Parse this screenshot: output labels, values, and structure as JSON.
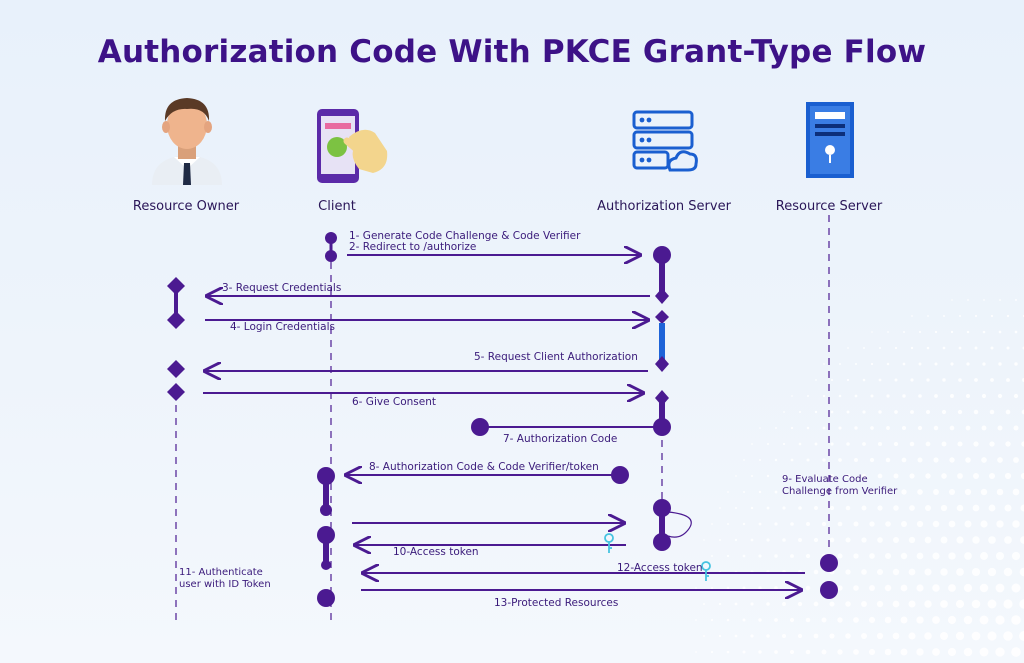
{
  "title": "Authorization Code With PKCE Grant-Type Flow",
  "actors": {
    "resource_owner": "Resource Owner",
    "client": "Client",
    "authorization_server": "Authorization Server",
    "resource_server": "Resource Server"
  },
  "steps": {
    "s1": "1- Generate Code Challenge & Code Verifier",
    "s2": "2- Redirect to /authorize",
    "s3": "3- Request Credentials",
    "s4": "4- Login Credentials",
    "s5": "5- Request Client Authorization",
    "s6": "6- Give Consent",
    "s7": "7- Authorization Code",
    "s8": "8- Authorization Code & Code Verifier/token",
    "s9_line1": "9- Evaluate Code",
    "s9_line2": "Challenge from Verifier",
    "s10": "10-Access token",
    "s11_line1": "11- Authenticate",
    "s11_line2": "user with ID Token",
    "s12": "12-Access token",
    "s13": "13-Protected Resources"
  },
  "colors": {
    "title": "#3d1287",
    "line": "#4b1a91",
    "accent_blue": "#1e63d8",
    "key": "#46c3e0"
  }
}
